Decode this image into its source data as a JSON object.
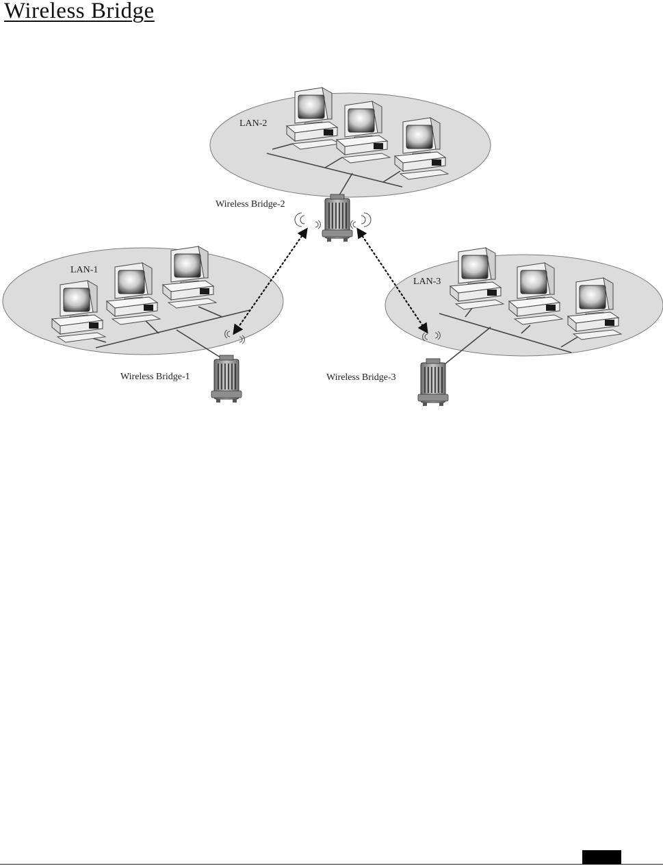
{
  "title": "Wireless Bridge",
  "colors": {
    "lan_fill": "#dcdcdc",
    "lan_stroke": "#7a7a7a",
    "computer_case": "#f4f4f4",
    "bridge_body": "#9a9a9a",
    "link": "#111111",
    "footer_box": "#000000"
  },
  "diagram": {
    "lans": [
      {
        "id": "lan-1",
        "label": "LAN-1"
      },
      {
        "id": "lan-2",
        "label": "LAN-2"
      },
      {
        "id": "lan-3",
        "label": "LAN-3"
      }
    ],
    "bridges": [
      {
        "id": "bridge-1",
        "label": "Wireless Bridge-1"
      },
      {
        "id": "bridge-2",
        "label": "Wireless Bridge-2"
      },
      {
        "id": "bridge-3",
        "label": "Wireless Bridge-3"
      }
    ],
    "wireless_links": [
      {
        "from": "bridge-2",
        "to": "bridge-1"
      },
      {
        "from": "bridge-2",
        "to": "bridge-3"
      }
    ]
  }
}
